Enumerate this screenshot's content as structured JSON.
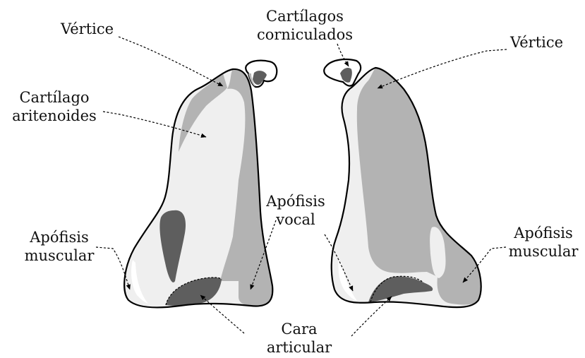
{
  "labels": {
    "vertice_left": "Vértice",
    "vertice_right": "Vértice",
    "corniculados_line1": "Cartílagos",
    "corniculados_line2": "corniculados",
    "aritenoides_line1": "Cartílago",
    "aritenoides_line2": "aritenoides",
    "vocal_line1": "Apófisis",
    "vocal_line2": "vocal",
    "muscular_left_line1": "Apófisis",
    "muscular_left_line2": "muscular",
    "muscular_right_line1": "Apófisis",
    "muscular_right_line2": "muscular",
    "cara_line1": "Cara",
    "cara_line2": "articular"
  },
  "colors": {
    "light": "#efefef",
    "medium": "#b3b3b3",
    "dark": "#5e5e5e",
    "outline": "#000000"
  }
}
